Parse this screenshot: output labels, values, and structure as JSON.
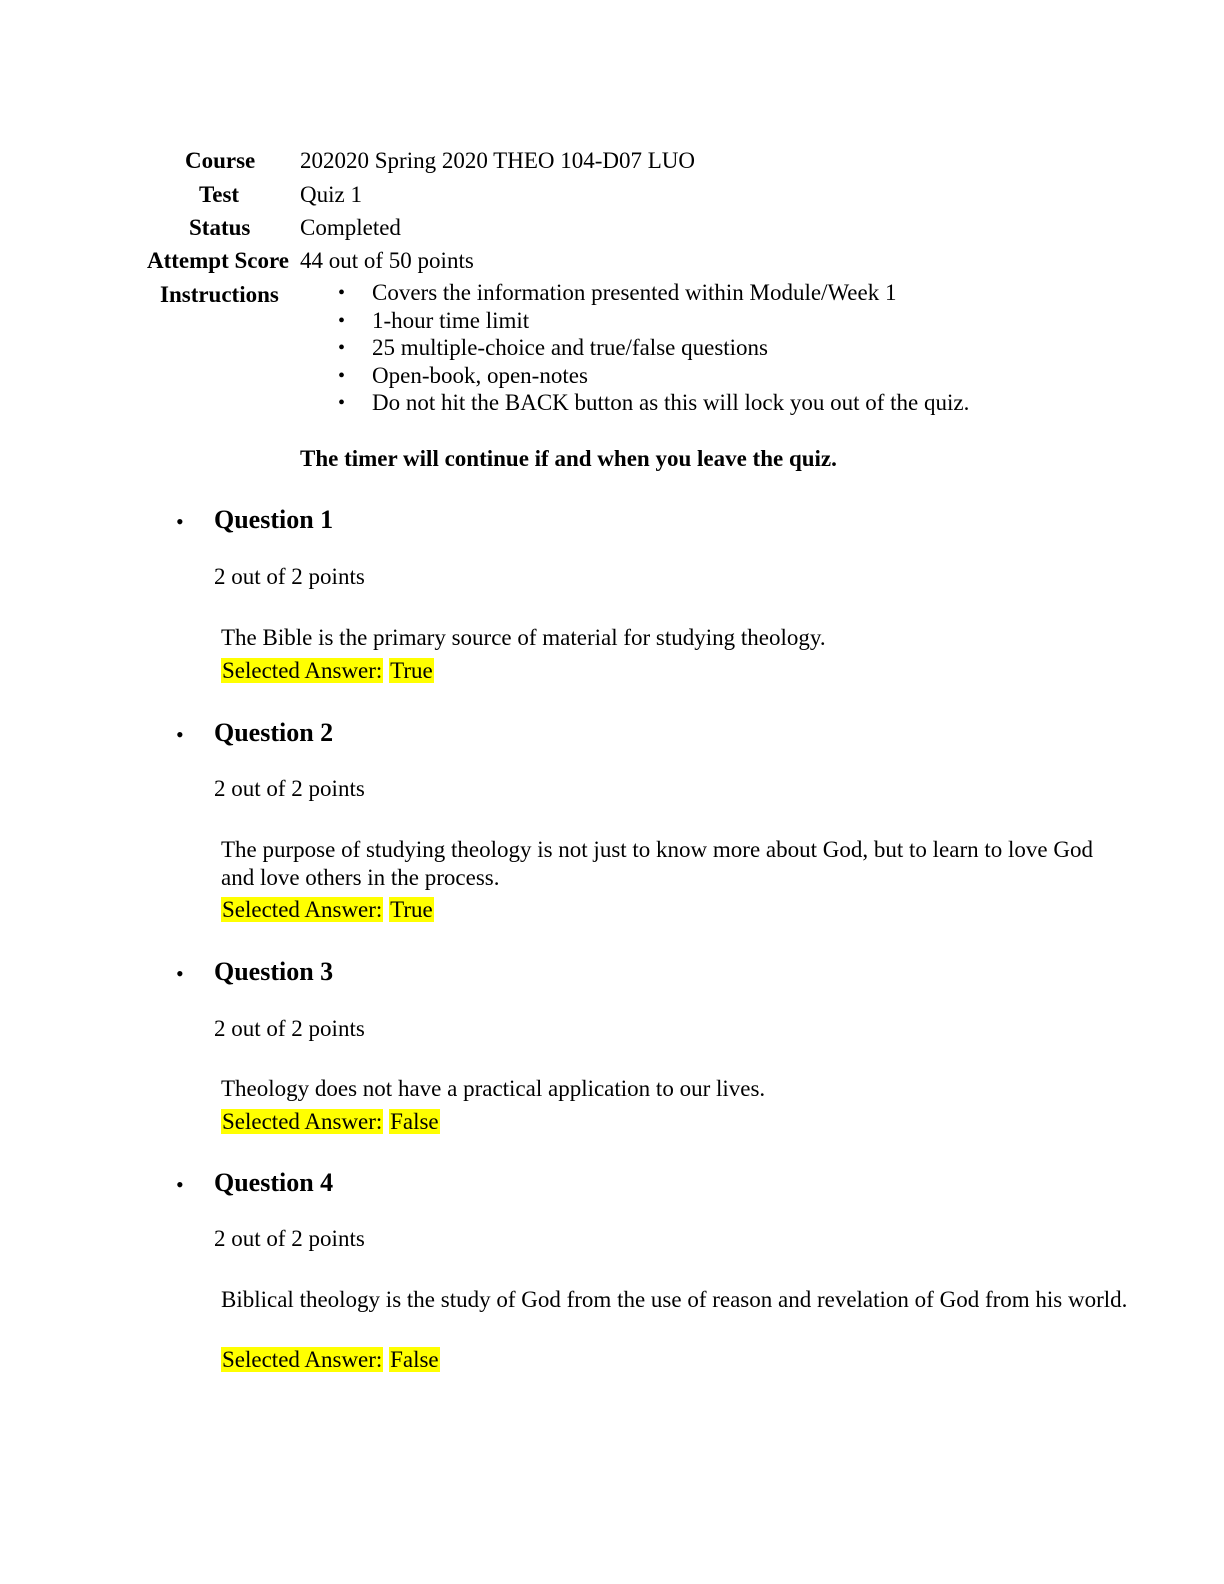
{
  "header": {
    "course_label": "Course",
    "course_value": "202020 Spring 2020 THEO 104-D07 LUO",
    "test_label": "Test",
    "test_value": "Quiz 1",
    "status_label": "Status",
    "status_value": "Completed",
    "score_label": "Attempt Score",
    "score_value": "44 out of 50 points",
    "instructions_label": "Instructions",
    "instructions": [
      "Covers the information presented within Module/Week 1",
      "1-hour time limit",
      "25 multiple-choice and true/false questions",
      "Open-book, open-notes",
      "Do not hit the BACK button as this will lock you out of the quiz."
    ],
    "timer_note": "The timer will continue if and when you leave the quiz."
  },
  "questions": [
    {
      "title": "Question 1",
      "points": "2 out of 2 points",
      "text": "The Bible is the primary source of material for studying theology.",
      "answer_label": "Selected Answer:",
      "answer_value": "True"
    },
    {
      "title": "Question 2",
      "points": "2 out of 2 points",
      "text": "The purpose of studying theology is not just to know more about God, but to learn to love God and love others in the process.",
      "answer_label": "Selected Answer:",
      "answer_value": "True"
    },
    {
      "title": "Question 3",
      "points": "2 out of 2 points",
      "text": "Theology does not have a practical application to our lives.",
      "answer_label": "Selected Answer:",
      "answer_value": "False"
    },
    {
      "title": "Question 4",
      "points": "2 out of 2 points",
      "text": "Biblical theology is the study of God from the use of reason and revelation of God from his world.",
      "answer_label": "Selected Answer:",
      "answer_value": "False"
    }
  ],
  "colors": {
    "highlight": "#ffff00",
    "text": "#000000",
    "background": "#ffffff"
  }
}
